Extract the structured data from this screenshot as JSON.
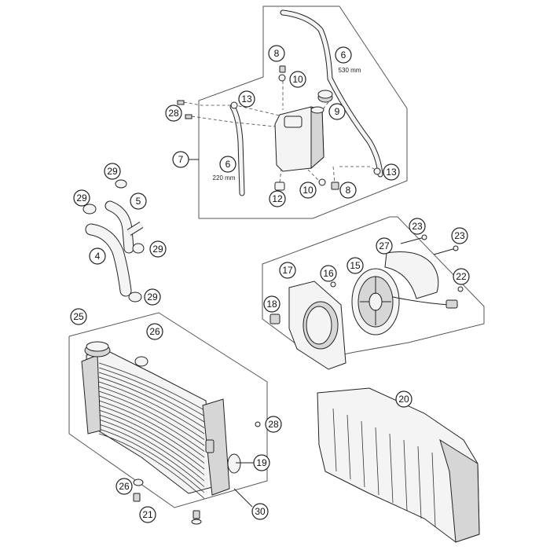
{
  "labels": {
    "l8a": "8",
    "l6a": "6",
    "l6a_note": "530 mm",
    "l10a": "10",
    "l13a": "13",
    "l9": "9",
    "l28a": "28",
    "l7": "7",
    "l6b": "6",
    "l6b_note": "220 mm",
    "l13b": "13",
    "l8b": "8",
    "l10b": "10",
    "l12": "12",
    "l29a": "29",
    "l5": "5",
    "l29b": "29",
    "l4": "4",
    "l29c": "29",
    "l29d": "29",
    "l23a": "23",
    "l27": "27",
    "l23b": "23",
    "l17": "17",
    "l16": "16",
    "l15": "15",
    "l22": "22",
    "l18": "18",
    "l25": "25",
    "l26a": "26",
    "l28b": "28",
    "l19": "19",
    "l26b": "26",
    "l21": "21",
    "l30": "30",
    "l20": "20"
  }
}
